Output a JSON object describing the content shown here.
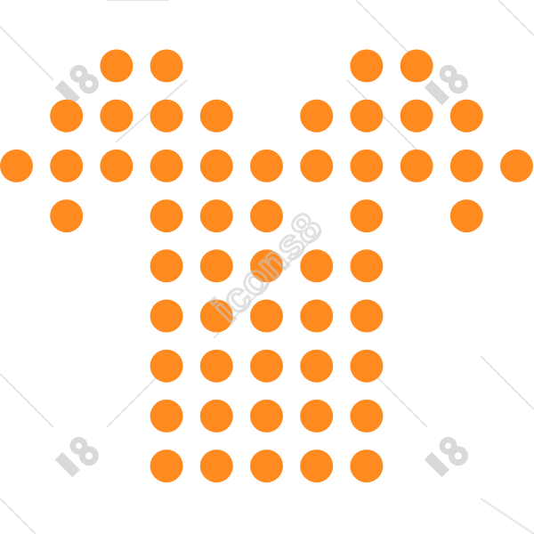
{
  "watermark": {
    "text": "icons8",
    "logo_icon": "icons8-logo-icon",
    "line_color": "#e6e6e6",
    "logo_color": "#d9d9d9"
  },
  "icon": {
    "name": "tshirt-dotted-icon",
    "dot_color": "#ff8a1f",
    "rows": [
      [
        2,
        3,
        7,
        8
      ],
      [
        1,
        2,
        3,
        4,
        6,
        7,
        8,
        9
      ],
      [
        0,
        1,
        2,
        3,
        4,
        5,
        6,
        7,
        8,
        9,
        10
      ],
      [
        1,
        3,
        4,
        5,
        7,
        9
      ],
      [
        3,
        4,
        5,
        6,
        7
      ],
      [
        3,
        4,
        5,
        6,
        7
      ],
      [
        3,
        4,
        5,
        6,
        7
      ],
      [
        3,
        4,
        5,
        6,
        7
      ],
      [
        3,
        4,
        5,
        6,
        7
      ]
    ]
  }
}
